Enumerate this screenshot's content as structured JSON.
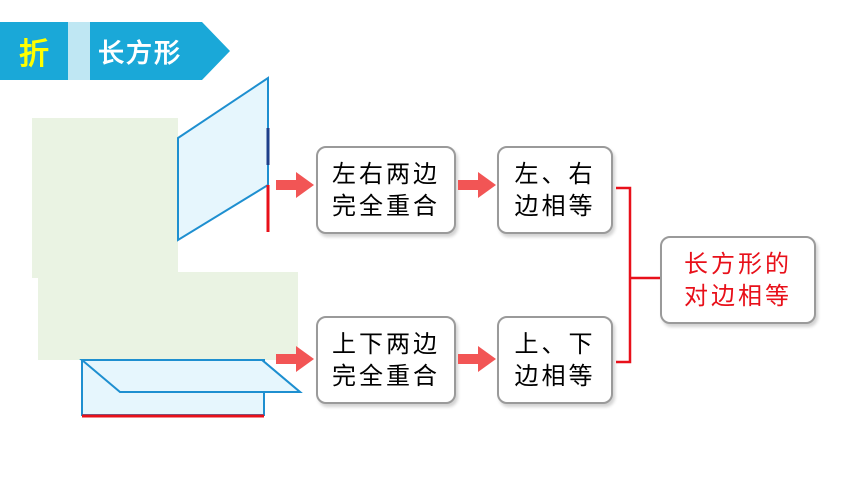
{
  "header": {
    "badge_char": "折",
    "title": "长方形"
  },
  "flow": {
    "top": {
      "step1_line1": "左右两边",
      "step1_line2": "完全重合",
      "step2_line1": "左、右",
      "step2_line2": "边相等"
    },
    "bottom": {
      "step1_line1": "上下两边",
      "step1_line2": "完全重合",
      "step2_line1": "上、下",
      "step2_line2": "边相等"
    },
    "conclusion_line1": "长方形的",
    "conclusion_line2": "对边相等"
  },
  "colors": {
    "header_blue": "#1aa8d8",
    "header_char": "#ffff00",
    "paper_green": "#eaf3e3",
    "fold_blue": "#e6f6fd",
    "outline_blue": "#1e8fd0",
    "edge_red": "#e8101a",
    "arrow_red": "#f25555",
    "conclusion_text": "#e8101a"
  }
}
